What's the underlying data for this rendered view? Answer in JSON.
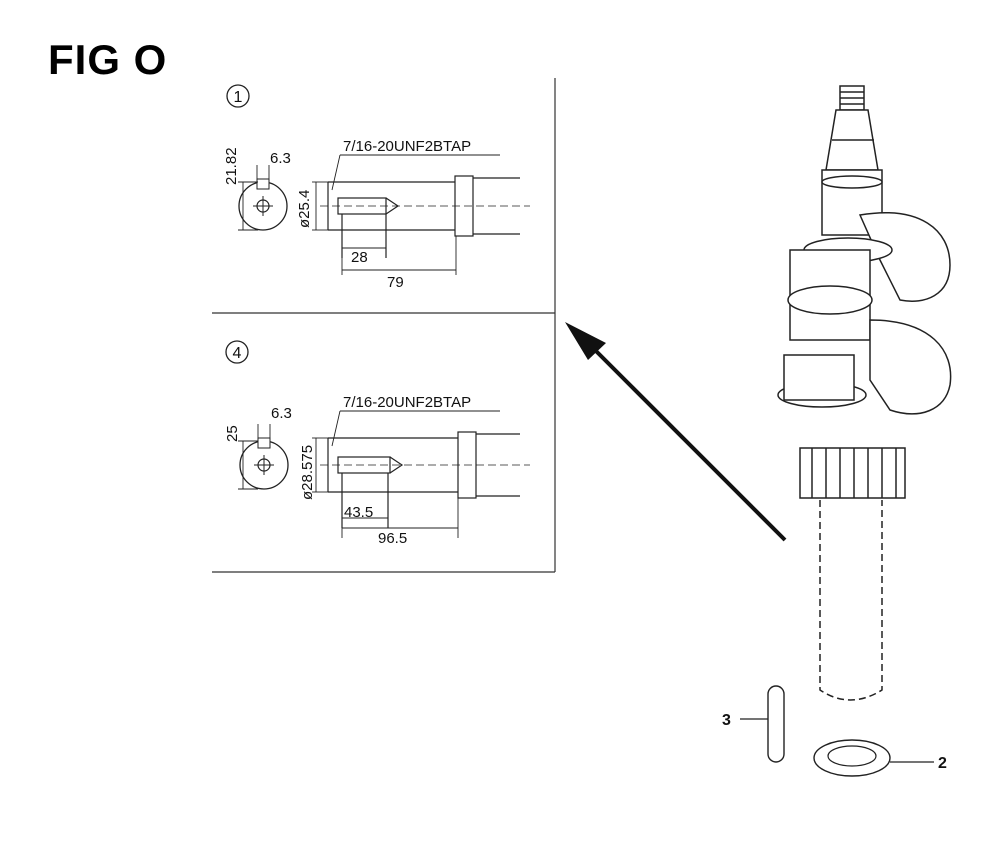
{
  "figure": {
    "title": "FIG O"
  },
  "variants": [
    {
      "number": "1",
      "thread": "7/16-20UNF2BTAP",
      "key_height": "21.82",
      "key_width": "6.3",
      "diameter": "ø25.4",
      "thread_depth": "28",
      "total_length": "79"
    },
    {
      "number": "4",
      "thread": "7/16-20UNF2BTAP",
      "key_height": "25",
      "key_width": "6.3",
      "diameter": "ø28.575",
      "thread_depth": "43.5",
      "total_length": "96.5"
    }
  ],
  "callouts": {
    "pin": "3",
    "washer": "2"
  }
}
